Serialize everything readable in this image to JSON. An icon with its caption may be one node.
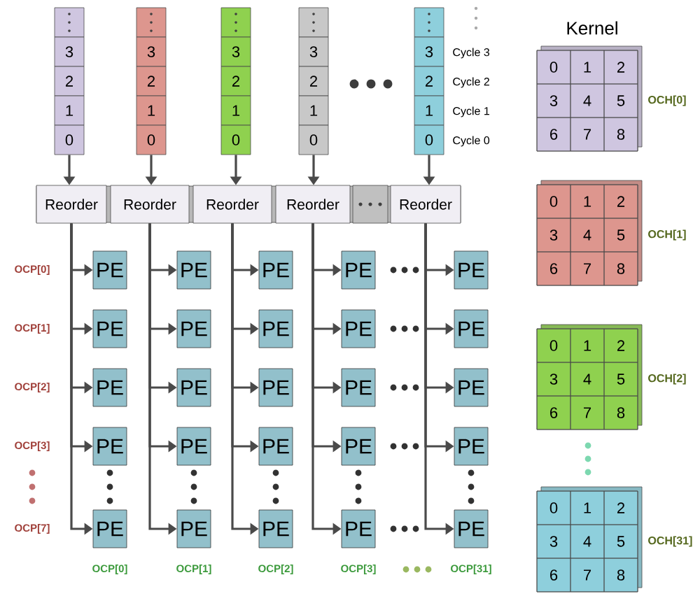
{
  "diagram": {
    "nodes": [
      {
        "text": [],
        "shape": "box"
      },
      {
        "text": [
          "3"
        ]
      },
      {
        "text": [
          "2"
        ]
      },
      {
        "text": [
          "1"
        ]
      },
      {
        "text": [
          "0"
        ]
      },
      {
        "text": [],
        "shape": "box"
      },
      {
        "text": [
          "3"
        ]
      },
      {
        "text": [
          "2"
        ]
      },
      {
        "text": [
          "1"
        ]
      },
      {
        "text": [
          "0"
        ]
      },
      {
        "text": [],
        "shape": "box"
      },
      {
        "text": [
          "3"
        ]
      },
      {
        "text": [
          "2"
        ]
      },
      {
        "text": [
          "1"
        ]
      },
      {
        "text": [
          "0"
        ]
      },
      {
        "text": [],
        "shape": "box"
      },
      {
        "text": [
          "3"
        ]
      },
      {
        "text": [
          "2"
        ]
      },
      {
        "text": [
          "1"
        ]
      },
      {
        "text": [
          "0"
        ]
      },
      {
        "text": [],
        "shape": "box"
      },
      {
        "text": [
          "3"
        ]
      },
      {
        "text": [
          "2"
        ]
      },
      {
        "text": [
          "1"
        ]
      },
      {
        "text": [
          "0"
        ]
      },
      {
        "text": [
          "Reorder"
        ]
      },
      {
        "text": [
          "Reorder"
        ]
      },
      {
        "text": [
          "Reorder"
        ]
      },
      {
        "text": [
          "Reorder"
        ]
      },
      {
        "text": [],
        "shape": "box"
      },
      {
        "text": [
          "Reorder"
        ]
      },
      {
        "text": [
          "PE"
        ]
      },
      {
        "text": [
          "PE"
        ]
      },
      {
        "text": [
          "PE"
        ]
      },
      {
        "text": [
          "PE"
        ]
      },
      {
        "text": [
          "PE"
        ]
      },
      {
        "text": [
          "PE"
        ]
      },
      {
        "text": [
          "PE"
        ]
      },
      {
        "text": [
          "PE"
        ]
      },
      {
        "text": [
          "PE"
        ]
      },
      {
        "text": [
          "PE"
        ]
      },
      {
        "text": [
          "PE"
        ]
      },
      {
        "text": [
          "PE"
        ]
      },
      {
        "text": [
          "PE"
        ]
      },
      {
        "text": [
          "PE"
        ]
      },
      {
        "text": [
          "PE"
        ]
      },
      {
        "text": [
          "PE"
        ]
      },
      {
        "text": [
          "PE"
        ]
      },
      {
        "text": [
          "PE"
        ]
      },
      {
        "text": [
          "PE"
        ]
      },
      {
        "text": [
          "PE"
        ]
      },
      {
        "text": [
          "PE"
        ]
      },
      {
        "text": [
          "PE"
        ]
      },
      {
        "text": [
          "PE"
        ]
      },
      {
        "text": [
          "PE"
        ]
      },
      {
        "text": [
          "PE"
        ]
      },
      {
        "text": [
          "0",
          "1",
          "2",
          "3",
          "4",
          "5",
          "6",
          "7",
          "8"
        ],
        "beside": [
          "OCH[0]"
        ]
      },
      {
        "text": [
          "0",
          "1",
          "2",
          "3",
          "4",
          "5",
          "6",
          "7",
          "8"
        ],
        "beside": [
          "OCH[1]"
        ]
      },
      {
        "text": [
          "0",
          "1",
          "2",
          "3",
          "4",
          "5",
          "6",
          "7",
          "8"
        ],
        "beside": [
          "OCH[2]"
        ]
      },
      {
        "text": [
          "0",
          "1",
          "2",
          "3",
          "4",
          "5",
          "6",
          "7",
          "8"
        ],
        "beside": [
          "OCH[31]"
        ]
      }
    ],
    "edges": [
      {
        "from": 4,
        "to": 25,
        "arrow": "to"
      },
      {
        "from": 9,
        "to": 26,
        "arrow": "to"
      },
      {
        "from": 14,
        "to": 27,
        "arrow": "to"
      },
      {
        "from": 19,
        "to": 28,
        "arrow": "to"
      },
      {
        "from": 24,
        "to": 30,
        "arrow": "to"
      },
      {
        "from": 25,
        "to": 31,
        "arrow": "to"
      },
      {
        "from": 25,
        "to": 36,
        "arrow": "to"
      },
      {
        "from": 25,
        "to": 41,
        "arrow": "to"
      },
      {
        "from": 25,
        "to": 46,
        "arrow": "to"
      },
      {
        "from": 25,
        "to": 51,
        "arrow": "to"
      },
      {
        "from": 26,
        "to": 32,
        "arrow": "to"
      },
      {
        "from": 26,
        "to": 37,
        "arrow": "to"
      },
      {
        "from": 26,
        "to": 42,
        "arrow": "to"
      },
      {
        "from": 26,
        "to": 47,
        "arrow": "to"
      },
      {
        "from": 26,
        "to": 52,
        "arrow": "to"
      },
      {
        "from": 27,
        "to": 33,
        "arrow": "to"
      },
      {
        "from": 27,
        "to": 38,
        "arrow": "to"
      },
      {
        "from": 27,
        "to": 43,
        "arrow": "to"
      },
      {
        "from": 27,
        "to": 48,
        "arrow": "to"
      },
      {
        "from": 27,
        "to": 53,
        "arrow": "to"
      },
      {
        "from": 28,
        "to": 34,
        "arrow": "to"
      },
      {
        "from": 28,
        "to": 39,
        "arrow": "to"
      },
      {
        "from": 28,
        "to": 44,
        "arrow": "to"
      },
      {
        "from": 28,
        "to": 49,
        "arrow": "to"
      },
      {
        "from": 28,
        "to": 54,
        "arrow": "to"
      },
      {
        "from": 30,
        "to": 35,
        "arrow": "to"
      },
      {
        "from": 30,
        "to": 40,
        "arrow": "to"
      },
      {
        "from": 30,
        "to": 45,
        "arrow": "to"
      },
      {
        "from": 30,
        "to": 50,
        "arrow": "to"
      },
      {
        "from": 30,
        "to": 55,
        "arrow": "to"
      }
    ],
    "labels": [
      "Cycle 3",
      "Cycle 2",
      "Cycle 1",
      "Cycle 0",
      "Kernel",
      "OCP[0]",
      "OCP[1]",
      "OCP[2]",
      "OCP[3]",
      "OCP[7]",
      "OCP[0]",
      "OCP[1]",
      "OCP[2]",
      "OCP[3]",
      "OCP[31]"
    ]
  }
}
